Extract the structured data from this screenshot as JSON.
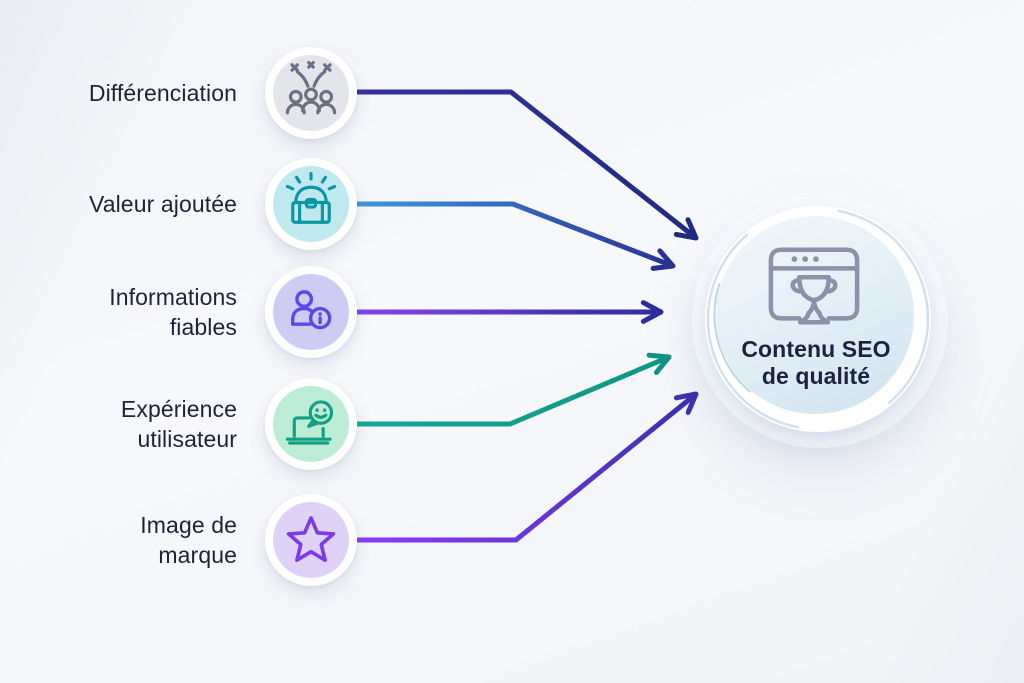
{
  "diagram": {
    "type": "convergence-diagram",
    "description_of_layout": "five factors with icons point by arrows to one central node"
  },
  "factors": [
    {
      "label_line1": "Différenciation",
      "label_line2": "",
      "icon": "celebration-people-icon",
      "bubble_bg": "#e4e4eb",
      "icon_color": "#6b7083",
      "arrow_color_start": "#36309e",
      "arrow_color_end": "#1f2b80"
    },
    {
      "label_line1": "Valeur ajoutée",
      "label_line2": "",
      "icon": "treasure-chest-icon",
      "bubble_bg": "#bfe9ee",
      "icon_color": "#0d96a3",
      "arrow_color_start": "#3f97e0",
      "arrow_color_end": "#273293"
    },
    {
      "label_line1": "Informations",
      "label_line2": "fiables",
      "icon": "person-info-icon",
      "bubble_bg": "#cfccf4",
      "icon_color": "#5a49e8",
      "arrow_color_start": "#8444ec",
      "arrow_color_end": "#2e2d9c"
    },
    {
      "label_line1": "Expérience",
      "label_line2": "utilisateur",
      "icon": "laptop-smiley-icon",
      "bubble_bg": "#bdecd6",
      "icon_color": "#12a085",
      "arrow_color_start": "#12ac92",
      "arrow_color_end": "#0f9483"
    },
    {
      "label_line1": "Image de",
      "label_line2": "marque",
      "icon": "star-icon",
      "bubble_bg": "#ded2f6",
      "icon_color": "#7c3aed",
      "arrow_color_start": "#8a3bf6",
      "arrow_color_end": "#3d2fae"
    }
  ],
  "center": {
    "title_line1": "Contenu SEO",
    "title_line2": "de qualité",
    "icon": "browser-trophy-icon",
    "icon_color": "#8a93a8",
    "text_color": "#1c2240"
  }
}
